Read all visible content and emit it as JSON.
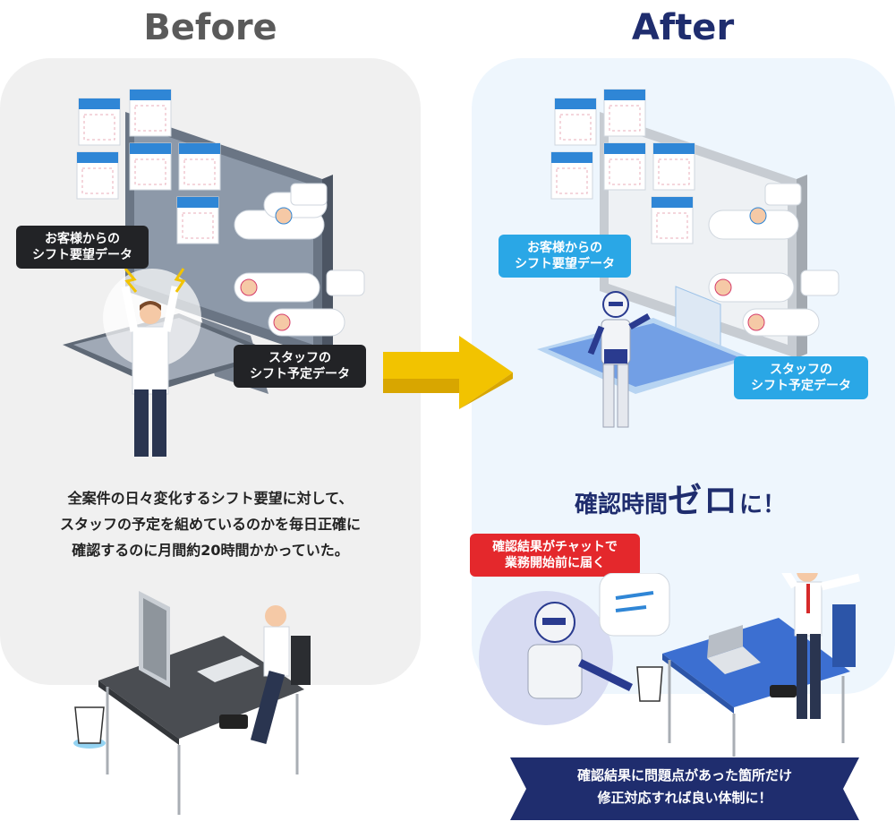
{
  "headings": {
    "before": "Before",
    "after": "After"
  },
  "before": {
    "label_customer": "お客様からの\nシフト要望データ",
    "label_staff": "スタッフの\nシフト予定データ",
    "caption": [
      "全案件の日々変化するシフト要望に対して、",
      "スタッフの予定を組めているのかを毎日正確に",
      "確認するのに月間約20時間かかっていた。"
    ]
  },
  "after": {
    "label_customer": "お客様からの\nシフト要望データ",
    "label_staff": "スタッフの\nシフト予定データ",
    "zero_prefix": "確認時間",
    "zero_big": "ゼロ",
    "zero_suffix": "に！",
    "chat_label": "確認結果がチャットで\n業務開始前に届く",
    "banner": [
      "確認結果に問題点があった箇所だけ",
      "修正対応すれば良い体制に！"
    ]
  },
  "colors": {
    "arrow": "#f2c300",
    "navy": "#1f2d6e",
    "dark_label": "#222326",
    "blue_label": "#2aa7e6",
    "red_label": "#e4282c"
  },
  "icons": [
    "calendar-icon",
    "chat-bubble-icon",
    "avatar-icon",
    "computer-monitor-icon",
    "keyboard-icon",
    "person-icon",
    "robot-icon",
    "desk-icon",
    "trash-can-icon",
    "phone-icon",
    "laptop-icon",
    "chair-icon",
    "arrow-right-icon"
  ]
}
